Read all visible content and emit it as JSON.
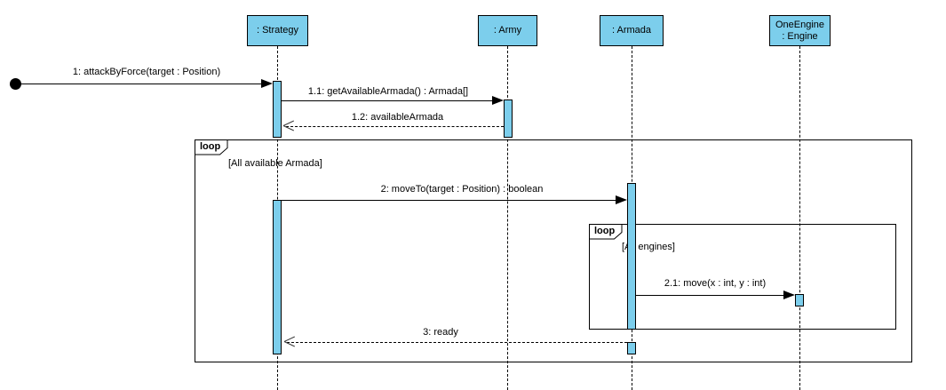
{
  "diagram": {
    "kind": "uml-sequence-diagram",
    "background": "#ffffff",
    "accent_fill": "#7CCEEC",
    "line_color": "#000000"
  },
  "participants": [
    {
      "id": "strategy",
      "label": ": Strategy"
    },
    {
      "id": "army",
      "label": ": Army"
    },
    {
      "id": "armada",
      "label": ": Armada"
    },
    {
      "id": "oneengine",
      "label": "OneEngine",
      "sublabel": ": Engine"
    }
  ],
  "fragments": [
    {
      "operator": "loop",
      "guard": "[All available Armada]"
    },
    {
      "operator": "loop",
      "guard": "[All engines]"
    }
  ],
  "messages": [
    {
      "seq": "1",
      "label": "1: attackByForce(target : Position)",
      "type": "call",
      "from": "start",
      "to": "strategy"
    },
    {
      "seq": "1.1",
      "label": "1.1: getAvailableArmada() : Armada[]",
      "type": "call",
      "from": "strategy",
      "to": "army"
    },
    {
      "seq": "1.2",
      "label": "1.2: availableArmada",
      "type": "return",
      "from": "army",
      "to": "strategy"
    },
    {
      "seq": "2",
      "label": "2: moveTo(target : Position) : boolean",
      "type": "call",
      "from": "strategy",
      "to": "armada"
    },
    {
      "seq": "2.1",
      "label": "2.1: move(x : int, y : int)",
      "type": "call",
      "from": "armada",
      "to": "oneengine"
    },
    {
      "seq": "3",
      "label": "3: ready",
      "type": "return",
      "from": "armada",
      "to": "strategy"
    }
  ]
}
